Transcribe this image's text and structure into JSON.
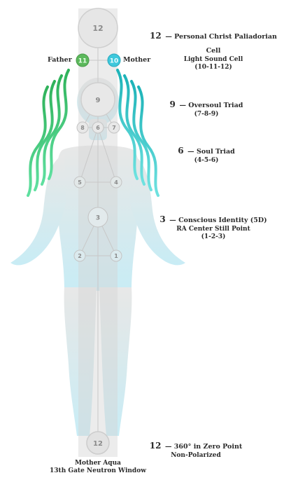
{
  "colors": {
    "father_node": "#5cb85c",
    "mother_node": "#3ec8dc",
    "father_waves": "#33c76e",
    "mother_waves": "#2bc6c9",
    "body_top": "#e2e2e2",
    "body_bottom": "#bde8f3"
  },
  "nodes": {
    "top": "12",
    "father": "11",
    "mother": "10",
    "n9": "9",
    "n8": "8",
    "n6": "6",
    "n7": "7",
    "n5": "5",
    "n4": "4",
    "n3": "3",
    "n2": "2",
    "n1": "1",
    "bottom": "12"
  },
  "labels": {
    "father": "Father",
    "mother": "Mother",
    "cell": {
      "number": "12",
      "title": "— Personal Christ Paliadorian Cell",
      "subtitle": "Light Sound Cell",
      "range": "(10-11-12)"
    },
    "oversoul": {
      "number": "9",
      "title": "— Oversoul Triad",
      "range": "(7-8-9)"
    },
    "soul": {
      "number": "6",
      "title": "— Soul Triad",
      "range": "(4-5-6)"
    },
    "conscious": {
      "number": "3",
      "title": "— Conscious Identity (5D)",
      "subtitle": "RA Center Still Point",
      "range": "(1-2-3)"
    },
    "zero_point": {
      "number": "12",
      "title": "— 360° in Zero Point",
      "subtitle": "Non-Polarized"
    },
    "mother_aqua": {
      "line1": "Mother Aqua",
      "line2": "13th Gate Neutron Window"
    }
  }
}
